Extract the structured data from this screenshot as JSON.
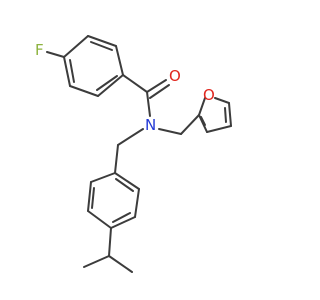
{
  "molecule": {
    "atoms": {
      "fluorine": "F",
      "carbonyl_oxygen": "O",
      "amide_nitrogen": "N",
      "furan_oxygen": "O"
    },
    "colors": {
      "bond": "#3c3c3c",
      "fluorine": "#8db33e",
      "oxygen": "#e0261e",
      "nitrogen": "#2339d6",
      "background": "#ffffff"
    }
  }
}
